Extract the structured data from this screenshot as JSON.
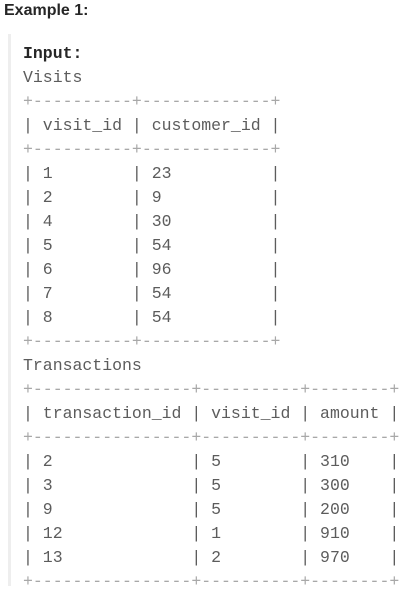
{
  "example_title": "Example 1:",
  "input_label": "Input:",
  "tables": [
    {
      "name": "Visits",
      "lines": [
        "+----------+-------------+",
        "| visit_id | customer_id |",
        "+----------+-------------+",
        "| 1        | 23          |",
        "| 2        | 9           |",
        "| 4        | 30          |",
        "| 5        | 54          |",
        "| 6        | 96          |",
        "| 7        | 54          |",
        "| 8        | 54          |",
        "+----------+-------------+"
      ]
    },
    {
      "name": "Transactions",
      "lines": [
        "+----------------+----------+--------+",
        "| transaction_id | visit_id | amount |",
        "+----------------+----------+--------+",
        "| 2              | 5        | 310    |",
        "| 3              | 5        | 300    |",
        "| 9              | 5        | 200    |",
        "| 12             | 1        | 910    |",
        "| 13             | 2        | 970    |",
        "+----------------+----------+--------+"
      ]
    }
  ]
}
